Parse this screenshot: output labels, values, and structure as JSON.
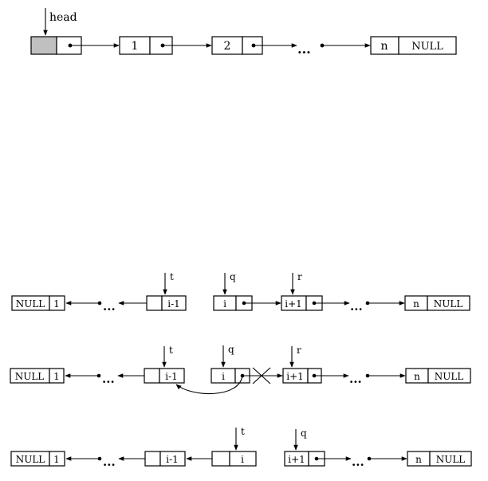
{
  "colors": {
    "stroke": "#000000",
    "head_fill": "#c0c0c0",
    "background": "#ffffff"
  },
  "top": {
    "head_label": "head",
    "node_1": "1",
    "node_2": "2",
    "ellipsis": "...",
    "node_n": "n",
    "node_n_null": "NULL"
  },
  "row1": {
    "null_label": "NULL",
    "node_1": "1",
    "ellipsis_left": "...",
    "node_im1": "i-1",
    "node_i": "i",
    "node_ip1": "i+1",
    "ellipsis_right": "...",
    "node_n": "n",
    "node_n_null": "NULL",
    "ptr_t": "t",
    "ptr_q": "q",
    "ptr_r": "r"
  },
  "row2": {
    "null_label": "NULL",
    "node_1": "1",
    "ellipsis_left": "...",
    "node_im1": "i-1",
    "node_i": "i",
    "node_ip1": "i+1",
    "ellipsis_right": "...",
    "node_n": "n",
    "node_n_null": "NULL",
    "ptr_t": "t",
    "ptr_q": "q",
    "ptr_r": "r"
  },
  "row3": {
    "null_label": "NULL",
    "node_1": "1",
    "ellipsis_left": "...",
    "node_im1": "i-1",
    "node_i": "i",
    "node_ip1": "i+1",
    "ellipsis_right": "...",
    "node_n": "n",
    "node_n_null": "NULL",
    "ptr_t": "t",
    "ptr_q": "q"
  }
}
